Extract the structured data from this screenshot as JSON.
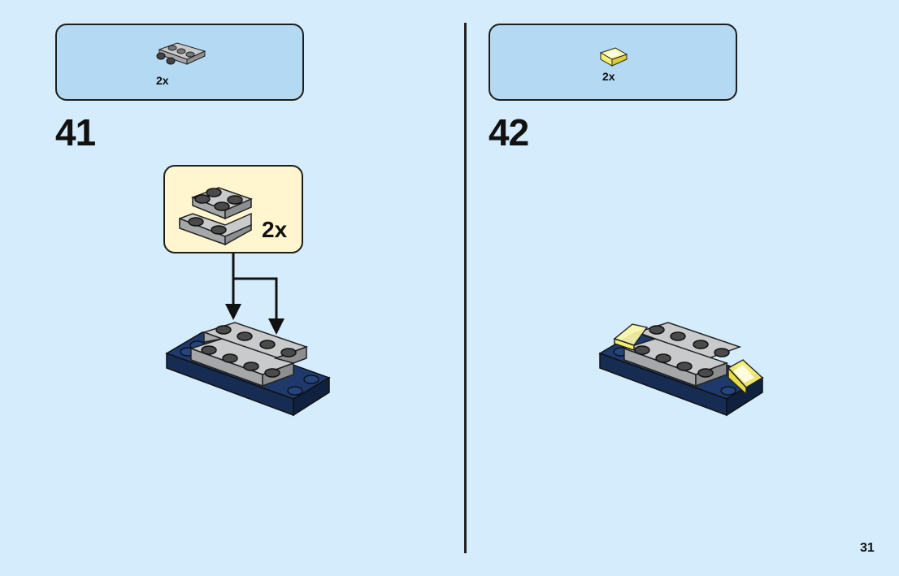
{
  "steps": [
    {
      "number": "41",
      "parts_quantity": "2x",
      "callout_quantity": "2x"
    },
    {
      "number": "42",
      "parts_quantity": "2x"
    }
  ],
  "page_number": "31",
  "colors": {
    "background": "#d4ecfb",
    "parts_box": "#b4d9f3",
    "callout": "#fff5cf",
    "grey_brick": "#a5a7a8",
    "dark_blue_brick": "#1f3a6a",
    "trans_yellow": "#f5ef70"
  }
}
